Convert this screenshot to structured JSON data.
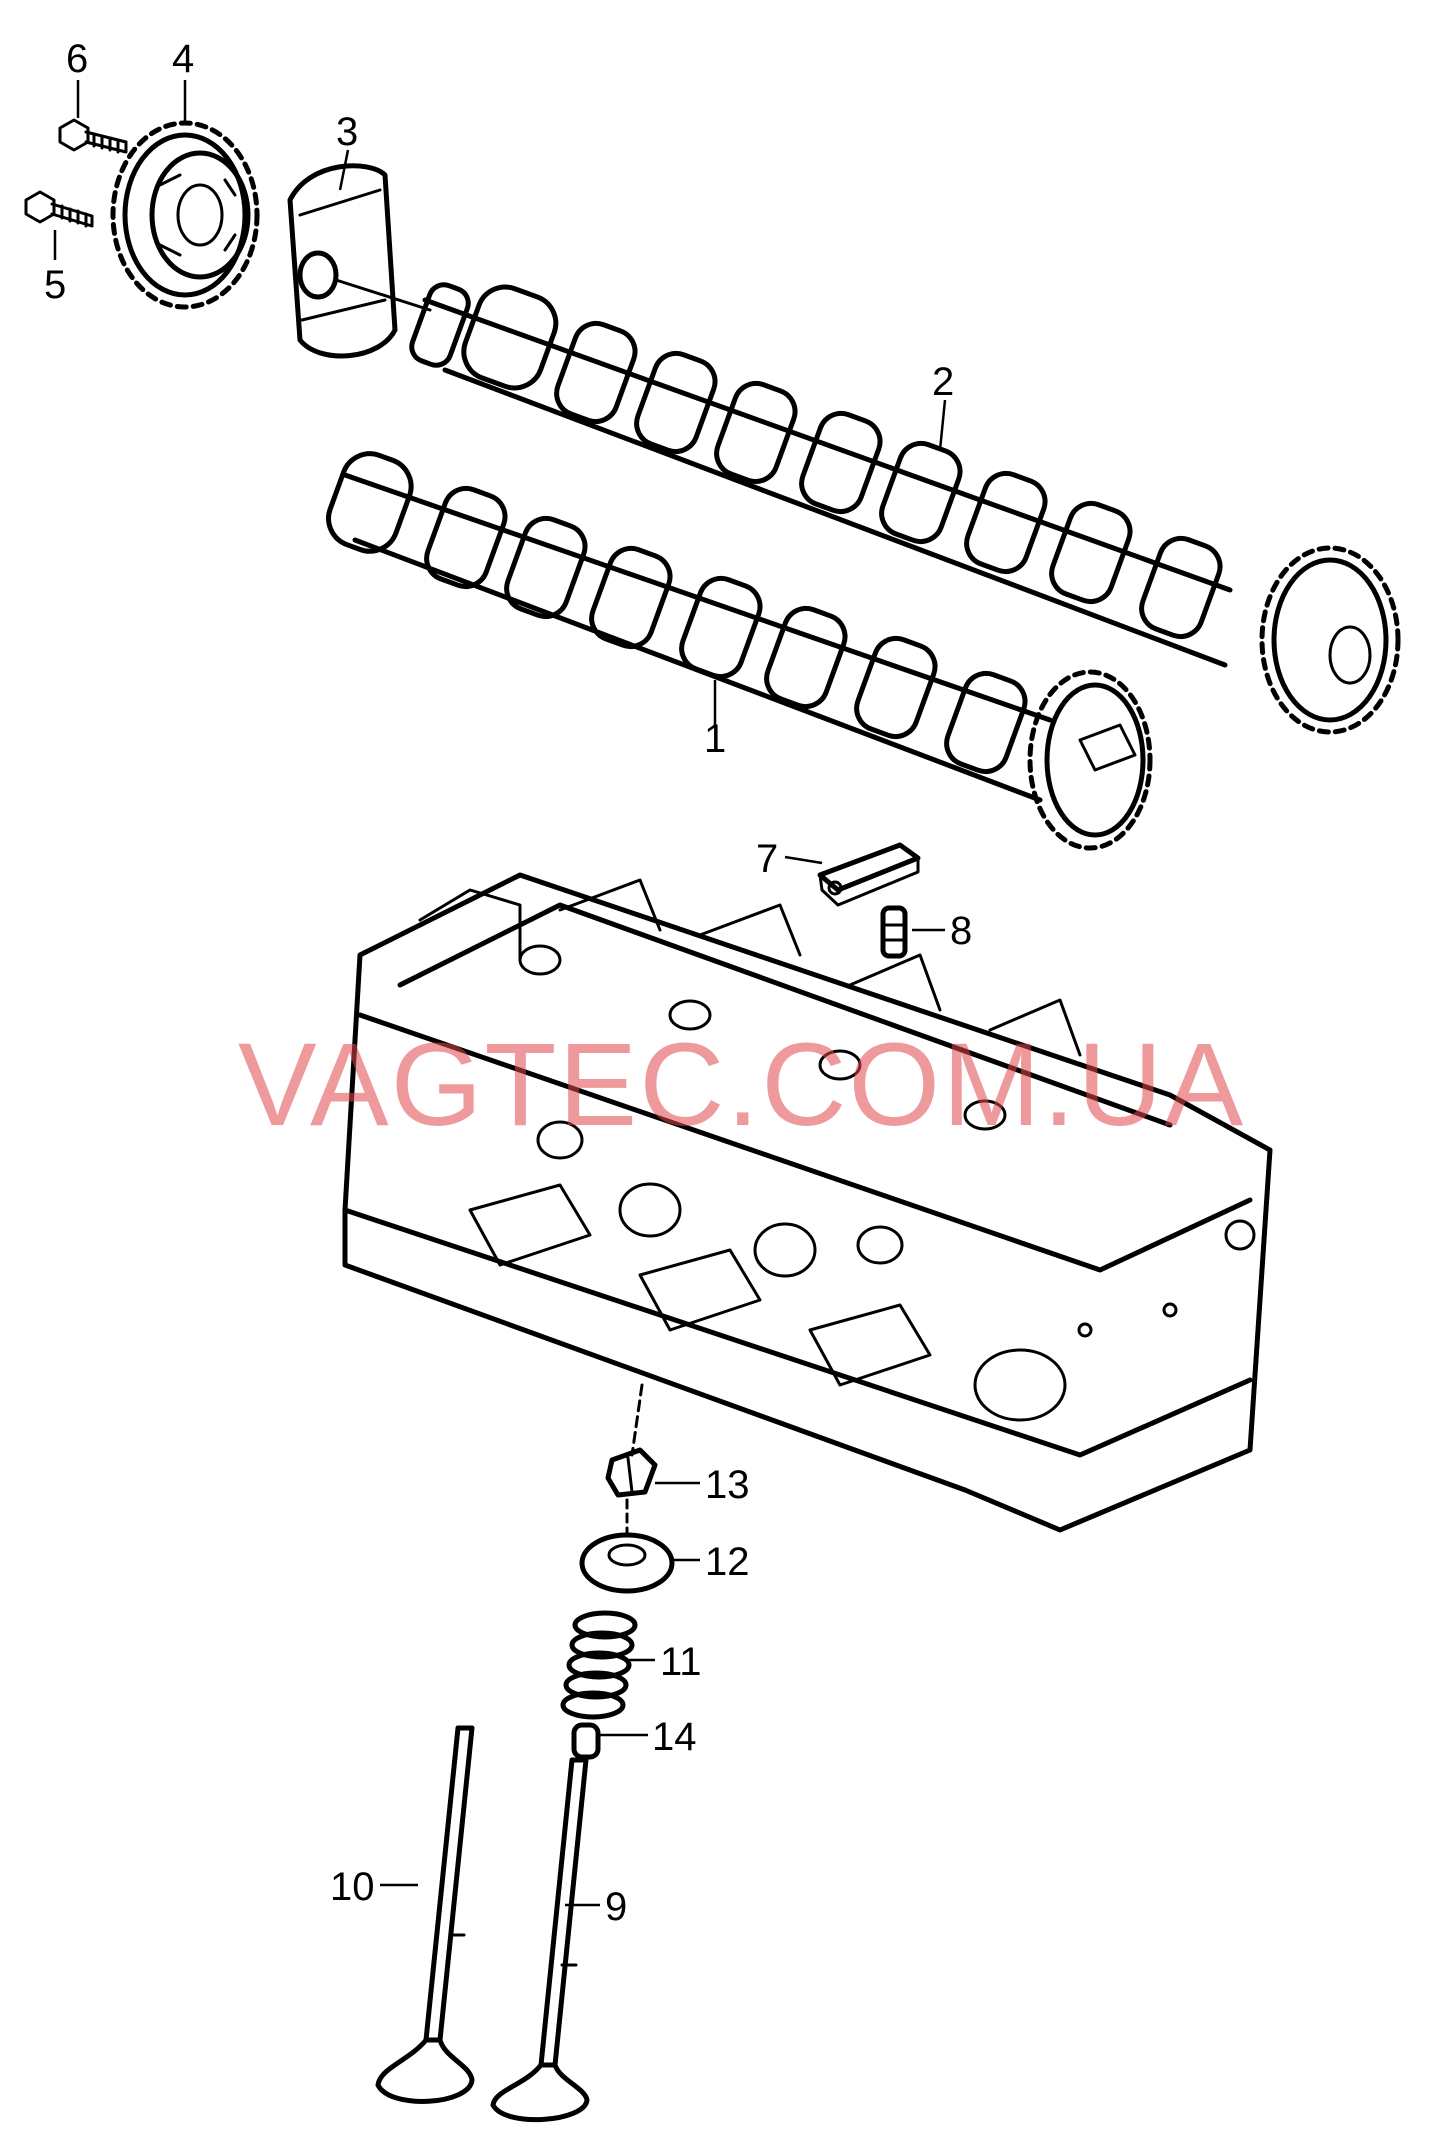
{
  "watermark": "VAGTEC.COM.UA",
  "callouts": {
    "p1": "1",
    "p2": "2",
    "p3": "3",
    "p4": "4",
    "p5": "5",
    "p6": "6",
    "p7": "7",
    "p8": "8",
    "p9": "9",
    "p10": "10",
    "p11": "11",
    "p12": "12",
    "p13": "13",
    "p14": "14"
  },
  "colors": {
    "line": "#000000",
    "background": "#ffffff",
    "watermark": "#e0474c"
  }
}
